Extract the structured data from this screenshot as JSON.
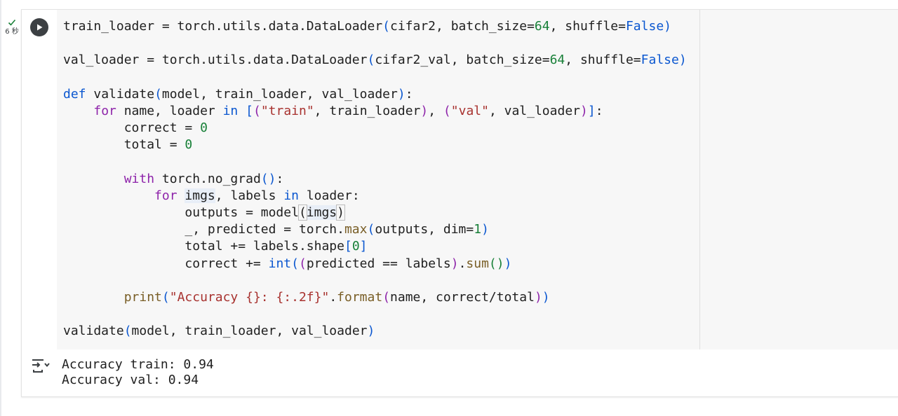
{
  "cell": {
    "execution_time": "6 秒",
    "run_button_label": "Run cell",
    "icons": {
      "status": "check-icon",
      "run": "play-icon",
      "output": "output-expand-icon"
    },
    "colors": {
      "keyword_blue": "#0b57d0",
      "keyword_purple": "#8e24aa",
      "number": "#188038",
      "string": "#a8322f",
      "builtin_method": "#795e26",
      "status_check": "#188038"
    },
    "code": {
      "l1": {
        "a": "train_loader = torch.utils.data.DataLoader",
        "b": "(",
        "c": "cifar2, batch_size=",
        "d": "64",
        "e": ", shuffle=",
        "f": "False",
        "g": ")"
      },
      "l2": {
        "a": "val_loader = torch.utils.data.DataLoader",
        "b": "(",
        "c": "cifar2_val, batch_size=",
        "d": "64",
        "e": ", shuffle=",
        "f": "False",
        "g": ")"
      },
      "l3": {
        "kw": "def",
        "a": " validate",
        "b": "(",
        "c": "model, train_loader, val_loader",
        "d": ")",
        "e": ":"
      },
      "l4": {
        "indent": "    ",
        "kw": "for",
        "a": " name, loader ",
        "kw2": "in",
        "b": " ",
        "c": "[",
        "d": "(",
        "s1": "\"train\"",
        "e": ", train_loader",
        "f": ")",
        "g": ", ",
        "h": "(",
        "s2": "\"val\"",
        "i": ", val_loader",
        "j": ")",
        "k": "]",
        "l": ":"
      },
      "l5": {
        "a": "        correct = ",
        "n": "0"
      },
      "l6": {
        "a": "        total = ",
        "n": "0"
      },
      "l7": {
        "indent": "        ",
        "kw": "with",
        "a": " torch.no_grad",
        "b": "(",
        "c": ")",
        "d": ":"
      },
      "l8": {
        "indent": "            ",
        "kw": "for",
        "a": " ",
        "hl": "imgs",
        "b": ", labels ",
        "kw2": "in",
        "c": " loader:"
      },
      "l9": {
        "a": "                outputs = model",
        "b": "(",
        "hl": "imgs",
        "c": ")"
      },
      "l10": {
        "a": "                _, predicted = torch.",
        "fn": "max",
        "b": "(",
        "c": "outputs, dim=",
        "n": "1",
        "d": ")"
      },
      "l11": {
        "a": "                total += labels.shape",
        "b": "[",
        "n": "0",
        "c": "]"
      },
      "l12": {
        "a": "                correct += ",
        "fn": "int",
        "b": "(",
        "c": "(",
        "d": "predicted == labels",
        "e": ")",
        "f": ".",
        "fn2": "sum",
        "g": "(",
        "h": ")",
        "i": ")"
      },
      "l13": {
        "indent": "        ",
        "fn": "print",
        "a": "(",
        "s": "\"Accuracy {}: {:.2f}\"",
        "b": ".",
        "fn2": "format",
        "c": "(",
        "d": "name, correct/total",
        "e": ")",
        "f": ")"
      },
      "l14": {
        "a": "validate",
        "b": "(",
        "c": "model, train_loader, val_loader",
        "d": ")"
      }
    },
    "output": {
      "line1": "Accuracy train: 0.94",
      "line2": "Accuracy val: 0.94"
    }
  }
}
